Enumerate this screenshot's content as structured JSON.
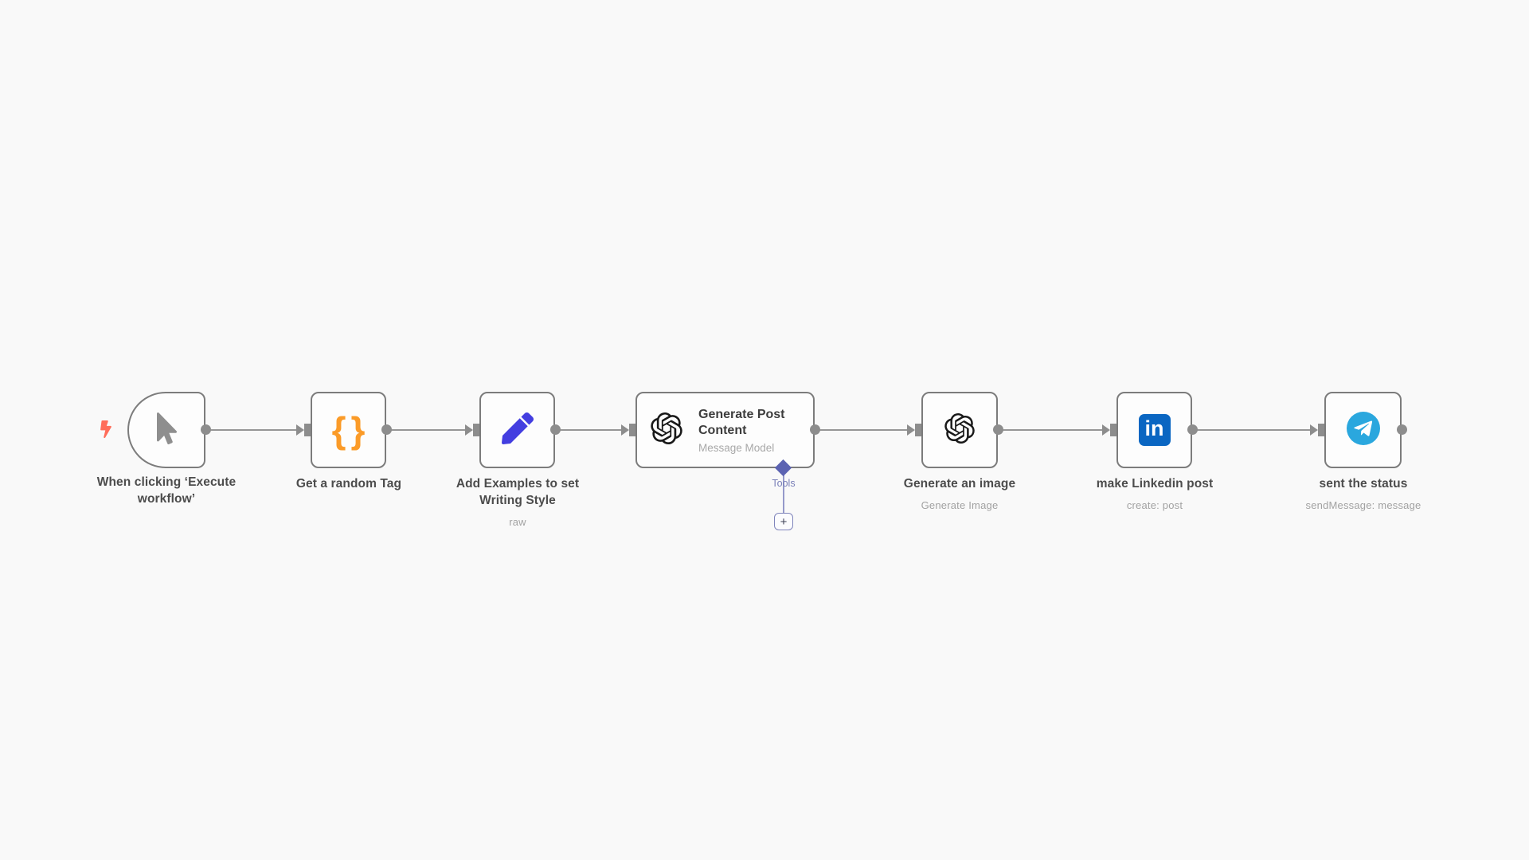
{
  "app": "n8n-workflow-canvas",
  "canvas_background": "#f9f9f9",
  "nodes": [
    {
      "id": "manual-trigger",
      "label_line1": "When clicking ‘Execute",
      "label_line2": "workflow’",
      "icon": "mouse-pointer-icon",
      "trigger_hint_icon": "lightning-bolt-icon"
    },
    {
      "id": "get-random-tag",
      "label": "Get a random Tag",
      "icon": "curly-braces-icon",
      "icon_glyph": "{}"
    },
    {
      "id": "add-examples",
      "label_line1": "Add Examples to set",
      "label_line2": "Writing Style",
      "subtitle": "raw",
      "icon": "pencil-icon"
    },
    {
      "id": "generate-post-content",
      "title_line1": "Generate Post",
      "title_line2": "Content",
      "subtitle": "Message Model",
      "icon": "openai-icon",
      "tools_port_label": "Tools",
      "add_tool_button": "+"
    },
    {
      "id": "generate-an-image",
      "label": "Generate an image",
      "subtitle": "Generate Image",
      "icon": "openai-icon"
    },
    {
      "id": "make-linkedin-post",
      "label": "make Linkedin post",
      "subtitle": "create: post",
      "icon": "linkedin-icon",
      "icon_glyph": "in"
    },
    {
      "id": "sent-the-status",
      "label": "sent the status",
      "subtitle": "sendMessage: message",
      "icon": "telegram-icon"
    }
  ],
  "colors": {
    "node_border": "#7c7c7c",
    "connection_gray": "#8d8d8d",
    "tools_purple": "#5c63b2",
    "bolt_red": "#ff6d5a",
    "braces_orange": "#fb9b28",
    "pencil_indigo": "#433ee0",
    "linkedin_blue": "#0a66c2",
    "telegram_blue": "#2aa7de",
    "openai_black": "#191919"
  }
}
